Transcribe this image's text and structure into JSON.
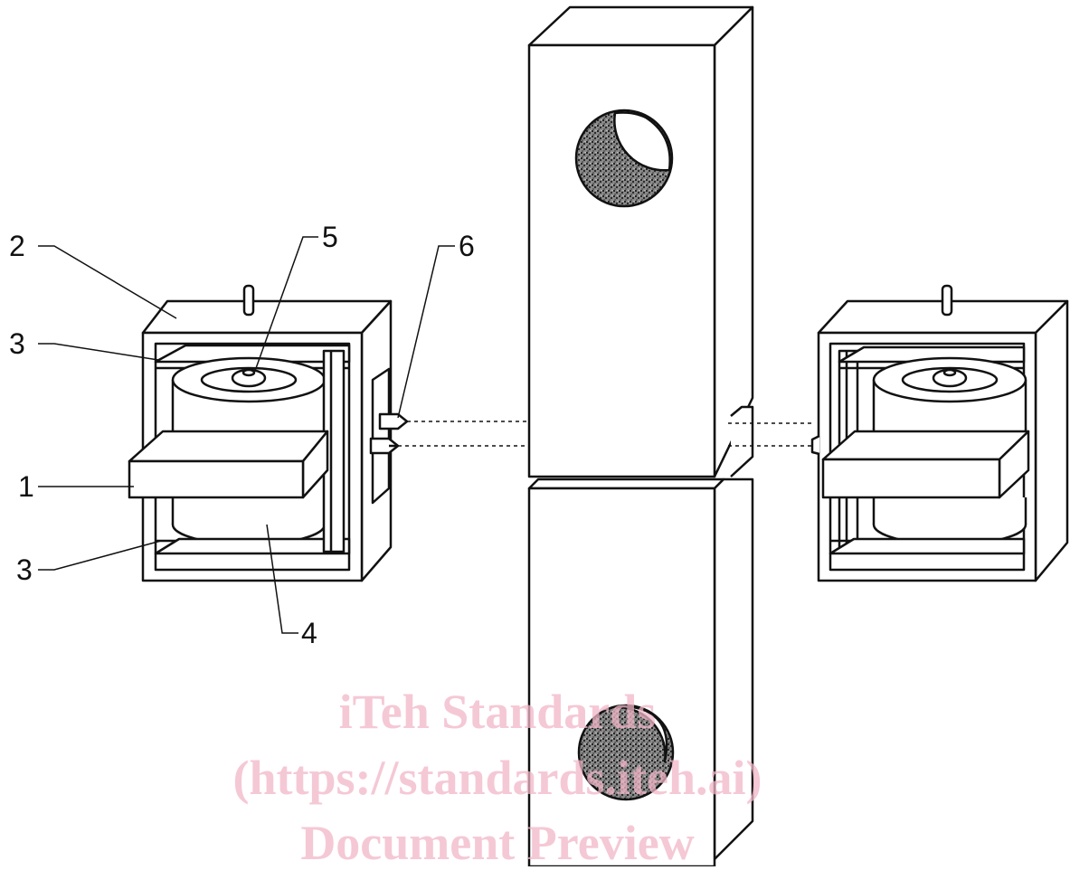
{
  "callouts": {
    "c1": "1",
    "c2": "2",
    "c3a": "3",
    "c3b": "3",
    "c4": "4",
    "c5": "5",
    "c6": "6"
  },
  "watermark": {
    "line1": "iTeh Standards",
    "line2": "(https://standards.iteh.ai)",
    "line3": "Document Preview"
  },
  "colors": {
    "ink": "#111111",
    "watermark": "#f2b6c8",
    "stipple": "#3a3a3a"
  }
}
